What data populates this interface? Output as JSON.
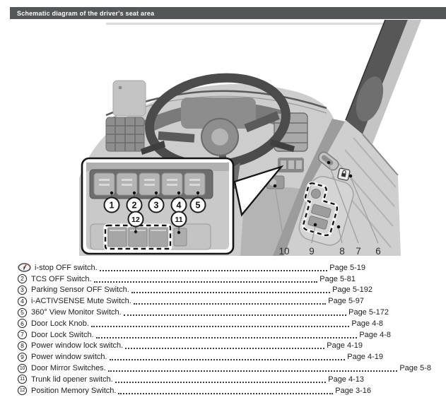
{
  "header": {
    "title": "Schematic diagram of the driver's seat area"
  },
  "diagram": {
    "inset_callouts": [
      "1",
      "2",
      "3",
      "4",
      "5"
    ],
    "inset_lower_callouts": [
      "12",
      "11"
    ],
    "door_callouts": [
      "10",
      "9",
      "8",
      "7",
      "6"
    ]
  },
  "index": {
    "rows": [
      {
        "num": "",
        "icon": "i-stop-indicator-icon",
        "label": "i-stop OFF switch.",
        "page": "Page 5-19"
      },
      {
        "num": "2",
        "label": "TCS OFF Switch.",
        "page": "Page 5-81"
      },
      {
        "num": "3",
        "label": "Parking Sensor OFF Switch.",
        "page": "Page 5-192"
      },
      {
        "num": "4",
        "label": "i-ACTIVSENSE Mute Switch.",
        "page": "Page 5-97"
      },
      {
        "num": "5",
        "label": "360° View Monitor Switch.",
        "page": "Page 5-172"
      },
      {
        "num": "6",
        "label": "Door Lock Knob.",
        "page": "Page 4-8"
      },
      {
        "num": "7",
        "label": "Door Lock Switch.",
        "page": "Page 4-8"
      },
      {
        "num": "8",
        "label": "Power window lock switch.",
        "page": "Page 4-19"
      },
      {
        "num": "9",
        "label": "Power window switch.",
        "page": "Page 4-19"
      },
      {
        "num": "10",
        "label": "Door Mirror Switches.",
        "page": "Page 5-8"
      },
      {
        "num": "11",
        "label": "Trunk lid opener switch.",
        "page": "Page 4-13"
      },
      {
        "num": "12",
        "label": "Position Memory Switch.",
        "page": "Page 3-16"
      }
    ]
  }
}
